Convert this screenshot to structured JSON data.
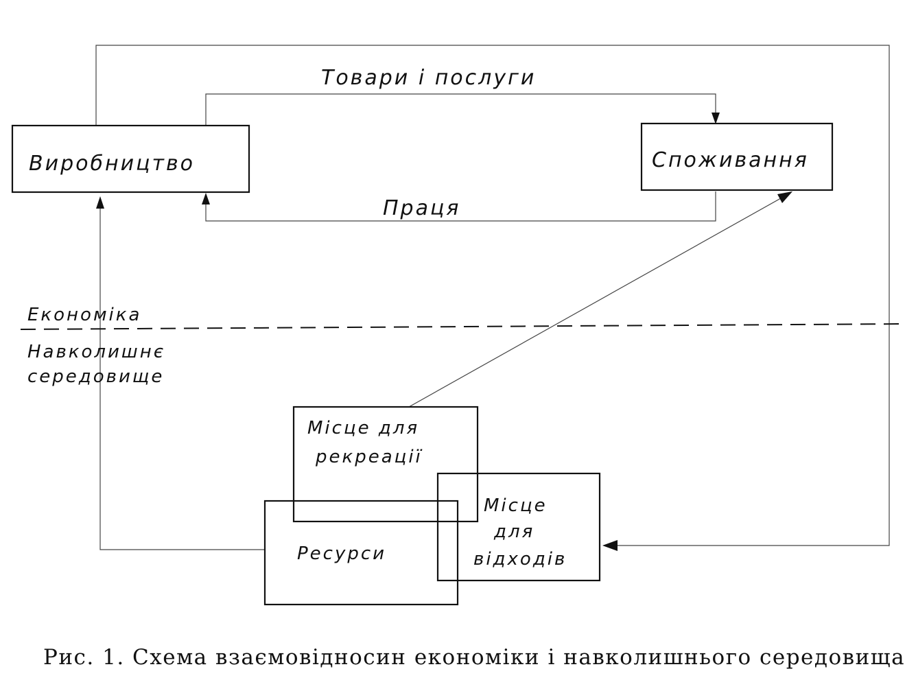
{
  "nodes": {
    "production": "Виробництво",
    "consumption": "Споживання",
    "recreation": [
      "Місце для",
      "рекреації"
    ],
    "waste": [
      "Місце",
      "для",
      "відходів"
    ],
    "resources": "Ресурси"
  },
  "flows": {
    "goods_services": "Товари і послуги",
    "labor": "Праця"
  },
  "zones": {
    "economy": "Економіка",
    "environment": [
      "Навколишнє",
      "середовище"
    ]
  },
  "caption": "Рис. 1. Схема взаємовідносин економіки і навколишнього середовища."
}
